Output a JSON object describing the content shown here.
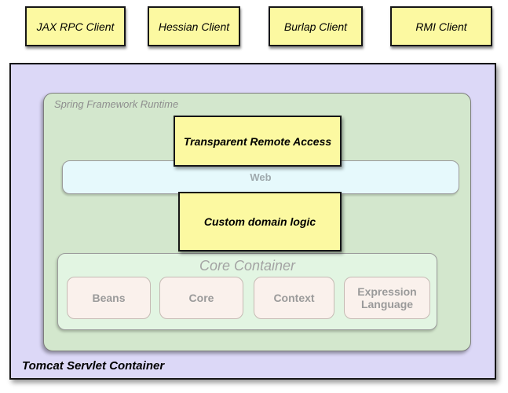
{
  "clients": [
    {
      "label": "JAX RPC Client"
    },
    {
      "label": "Hessian Client"
    },
    {
      "label": "Burlap Client"
    },
    {
      "label": "RMI Client"
    }
  ],
  "tomcat": {
    "label": "Tomcat Servlet Container"
  },
  "spring": {
    "label": "Spring Framework Runtime"
  },
  "remote_access": {
    "label": "Transparent Remote Access"
  },
  "web": {
    "label": "Web"
  },
  "domain_logic": {
    "label": "Custom domain logic"
  },
  "core_container": {
    "label": "Core Container",
    "modules": [
      "Beans",
      "Core",
      "Context",
      "Expression Language"
    ]
  },
  "colors": {
    "yellow": "#fcf9a1",
    "purple": "#dcd8f7",
    "green": "#d3e7cd",
    "mint": "#e2f5e2",
    "blue": "#e6f9fc",
    "pink": "#faf1ec"
  }
}
